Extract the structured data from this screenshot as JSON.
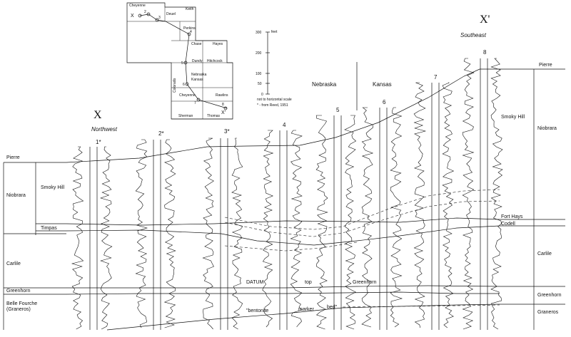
{
  "labels": {
    "x_left": "X",
    "northwest": "Northwest",
    "x_right": "X'",
    "southeast": "Southeast",
    "nebraska": "Nebraska",
    "kansas": "Kansas"
  },
  "scale": {
    "unit": "feet",
    "ticks": [
      "300",
      "200",
      "100",
      "50",
      "0"
    ],
    "note_1": "not to horizontal scale",
    "note_2": "* - from Reed, 1951"
  },
  "left_formations": [
    "Pierre",
    "Niobrara",
    "Carlile",
    "Greenhorn",
    "Belle Fourche",
    "(Graneros)"
  ],
  "left_members": [
    "Smoky Hill",
    "Timpas"
  ],
  "right_formations": [
    "Pierre",
    "Niobrara",
    "Carlile",
    "Greenhorn",
    "Graneros"
  ],
  "right_members": [
    "Smoky Hill",
    "Fort Hays",
    "Codell"
  ],
  "well_labels": [
    "1*",
    "2*",
    "3*",
    "4",
    "5",
    "6",
    "7",
    "8"
  ],
  "annotations": {
    "datum": "DATUM",
    "top": "top",
    "greenhorn": "Greenhorn",
    "bentonite": "\"bentonite",
    "marker": "marker",
    "bed": "bed\""
  },
  "map": {
    "counties": [
      "Cheyenne",
      "Keith",
      "Deuel",
      "Perkins",
      "Chase",
      "Hayes",
      "Dundy",
      "Hitchcock",
      "Nebraska",
      "Kansas",
      "Colorado",
      "Cheyenne",
      "Rawlins",
      "Sherman",
      "Thomas"
    ],
    "endpoint_left": "X",
    "endpoint_right": "X'",
    "points": [
      "1",
      "2",
      "3",
      "4",
      "5",
      "6",
      "7",
      "8"
    ]
  }
}
